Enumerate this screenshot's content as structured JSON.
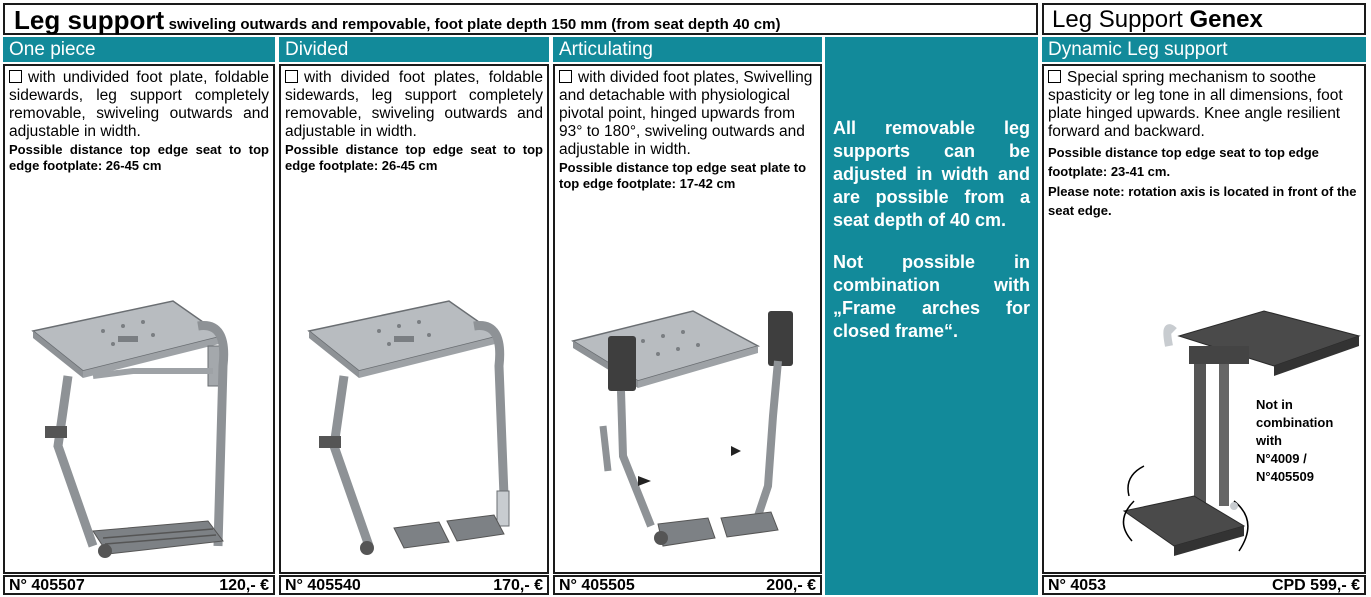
{
  "left_header": {
    "title": "Leg support",
    "subtitle": "swiveling outwards and rempovable, foot plate depth 150 mm (from seat depth 40 cm)"
  },
  "right_header": {
    "title_part1": "Leg Support ",
    "title_part2": "Genex"
  },
  "products": [
    {
      "caption": "One piece",
      "description": "with undivided foot plate, foldable sidewards, leg support completely removable, swiveling outwards and adjustable in width.",
      "note": "Possible distance top edge seat to top edge footplate: 26-45 cm",
      "number": "N° 405507",
      "price": "120,- €",
      "image_icon": "one-piece-leg-support-image"
    },
    {
      "caption": "Divided",
      "description": "with divided foot plates, foldable sidewards, leg support completely removable, swiveling outwards and adjustable in width.",
      "note": "Possible distance top edge seat to top edge footplate: 26-45 cm",
      "number": "N° 405540",
      "price": "170,- €",
      "image_icon": "divided-leg-support-image"
    },
    {
      "caption": "Articulating",
      "description": "with divided foot plates, Swivelling and detachable with physiological pivotal point, hinged upwards from 93° to 180°, swiveling outwards and adjustable in width.",
      "note": "Possible distance top edge seat plate to top edge footplate: 17-42 cm",
      "number": "N° 405505",
      "price": "200,- €",
      "image_icon": "articulating-leg-support-image"
    }
  ],
  "info_panel": {
    "text1": "All removable leg supports can be adjusted in width and are possible from a seat depth of 40 cm.",
    "text2": "Not possible in combination with „Frame arches for closed frame“."
  },
  "genex": {
    "caption": "Dynamic Leg support",
    "description": "Special spring mechanism to soothe spasticity or leg tone in all dimensions, foot plate hinged upwards. Knee angle resilient forward and backward.",
    "note1": "Possible distance top edge seat to top edge footplate: 23-41 cm.",
    "note2": "Please note: rotation axis is located in front of the seat edge.",
    "side_note": "Not in combination with N°4009 / N°405509",
    "number": "N° 4053",
    "price": "CPD 599,- €",
    "image_icon": "dynamic-leg-support-image"
  },
  "colors": {
    "accent": "#128a9a",
    "border": "#1a1a1a"
  }
}
